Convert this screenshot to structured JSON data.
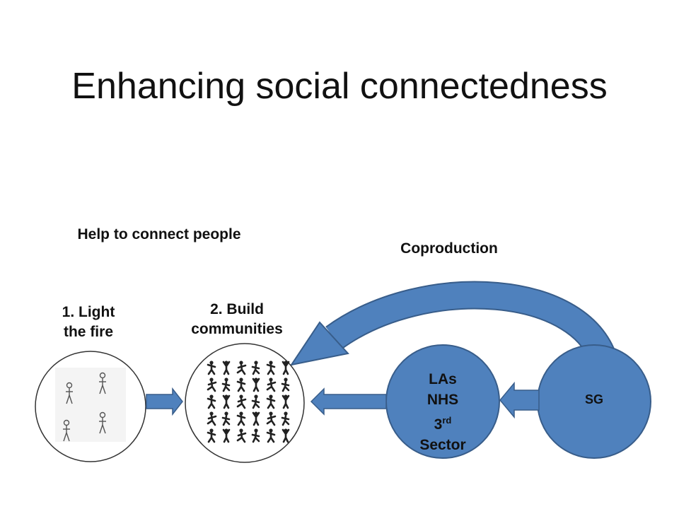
{
  "title": "Enhancing social connectedness",
  "help_label": "Help to connect people",
  "coproduction_label": "Coproduction",
  "step1": {
    "line1": "1. Light",
    "line2": "the fire"
  },
  "step2": {
    "line1": "2. Build",
    "line2": "communities"
  },
  "partners": {
    "line1": "LAs",
    "line2": "NHS",
    "line3_main": "3",
    "line3_sup": "rd",
    "line4": "Sector"
  },
  "sg_label": "SG",
  "colors": {
    "blue_fill": "#4f81bd",
    "blue_stroke": "#385d8a",
    "outline": "#333333"
  },
  "icons": [
    "stick-figures-icon",
    "sports-pictograms-icon",
    "arrow-right-icon",
    "arrow-left-icon",
    "curved-arrow-icon"
  ]
}
